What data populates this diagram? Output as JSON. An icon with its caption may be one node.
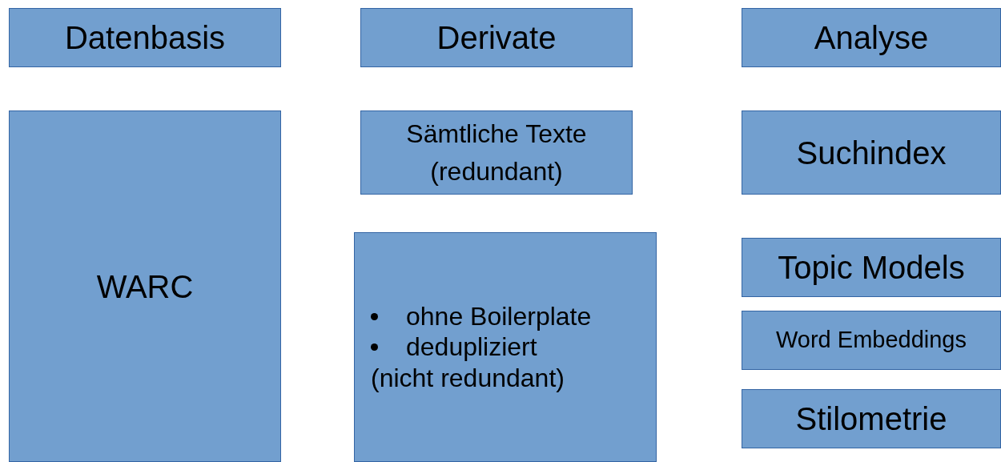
{
  "diagram": {
    "nodes": [
      {
        "text": [
          "Datenbasis"
        ]
      },
      {
        "text": [
          "Derivate"
        ]
      },
      {
        "text": [
          "Analyse"
        ]
      },
      {
        "text": [
          "WARC"
        ]
      },
      {
        "text": [
          "Sämtliche Texte (redundant)"
        ]
      },
      {
        "text": [
          "ohne Boilerplate",
          "dedupliziert",
          "(nicht redundant)"
        ]
      },
      {
        "text": [
          "Suchindex"
        ]
      },
      {
        "text": [
          "Topic Models"
        ]
      },
      {
        "text": [
          "Word Embeddings"
        ]
      },
      {
        "text": [
          "Stilometrie"
        ]
      }
    ]
  }
}
